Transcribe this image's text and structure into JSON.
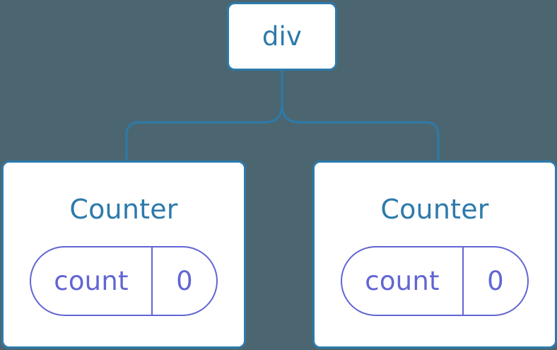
{
  "canvas": {
    "background_color": "#4b6670",
    "node_border_color": "#2d7aab",
    "node_fill_color": "#ffffff",
    "node_text_color": "#2d7aab",
    "state_accent_color": "#6265d4",
    "connector_color": "#2d7aab"
  },
  "tree": {
    "root": {
      "label": "div",
      "icon": "element-node-icon"
    },
    "children": [
      {
        "label": "Counter",
        "state": {
          "key": "count",
          "value": "0"
        }
      },
      {
        "label": "Counter",
        "state": {
          "key": "count",
          "value": "0"
        }
      }
    ]
  }
}
